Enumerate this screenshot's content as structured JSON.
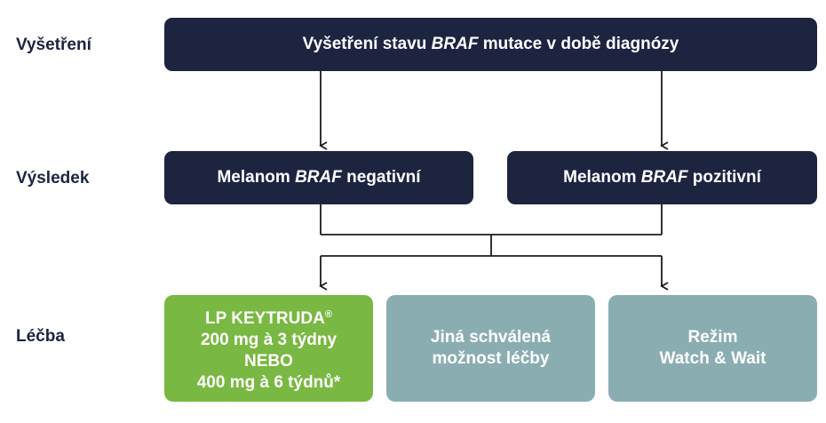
{
  "rows": {
    "exam": "Vyšetření",
    "result": "Výsledek",
    "treatment": "Léčba"
  },
  "exam_box": {
    "before": "Vyšetření stavu ",
    "gene": "BRAF",
    "after": " mutace v době diagnózy"
  },
  "negative_box": {
    "before": "Melanom ",
    "gene": "BRAF",
    "after": " negativní"
  },
  "positive_box": {
    "before": "Melanom ",
    "gene": "BRAF",
    "after": " pozitivní"
  },
  "keytruda_box": {
    "line1": "LP KEYTRUDA",
    "reg": "®",
    "line2": "200 mg à 3 týdny",
    "line3": "NEBO",
    "line4": "400 mg à 6 týdnů*"
  },
  "other_box": {
    "line1": "Jiná schválená",
    "line2": "možnost léčby"
  },
  "watch_box": {
    "line1": "Režim",
    "line2": "Watch & Wait"
  },
  "colors": {
    "dark": "#1c2440",
    "green": "#79b842",
    "grey": "#8aadb2",
    "connector": "#1b1b1b"
  }
}
